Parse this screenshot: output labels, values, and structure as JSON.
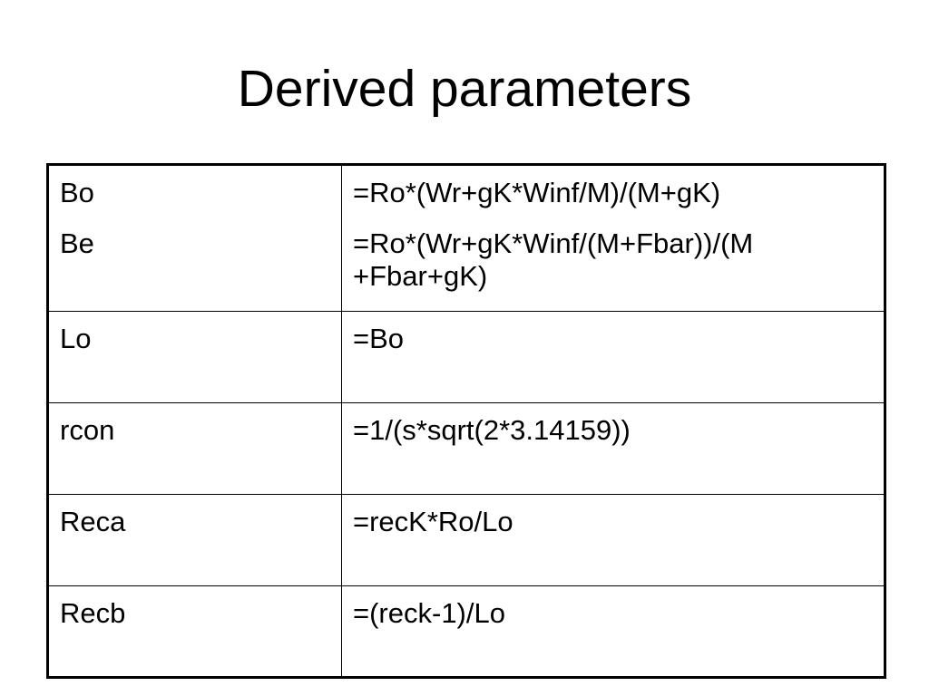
{
  "title": "Derived parameters",
  "table": {
    "rows": [
      {
        "names": [
          "Bo",
          "Be"
        ],
        "formulas": [
          "=Ro*(Wr+gK*Winf/M)/(M+gK)",
          "=Ro*(Wr+gK*Winf/(M+Fbar))/(M +Fbar+gK)"
        ]
      },
      {
        "names": [
          "Lo"
        ],
        "formulas": [
          "=Bo"
        ]
      },
      {
        "names": [
          "rcon"
        ],
        "formulas": [
          "=1/(s*sqrt(2*3.14159))"
        ]
      },
      {
        "names": [
          "Reca"
        ],
        "formulas": [
          "=recK*Ro/Lo"
        ]
      },
      {
        "names": [
          "Recb"
        ],
        "formulas": [
          "=(reck-1)/Lo"
        ]
      }
    ]
  }
}
